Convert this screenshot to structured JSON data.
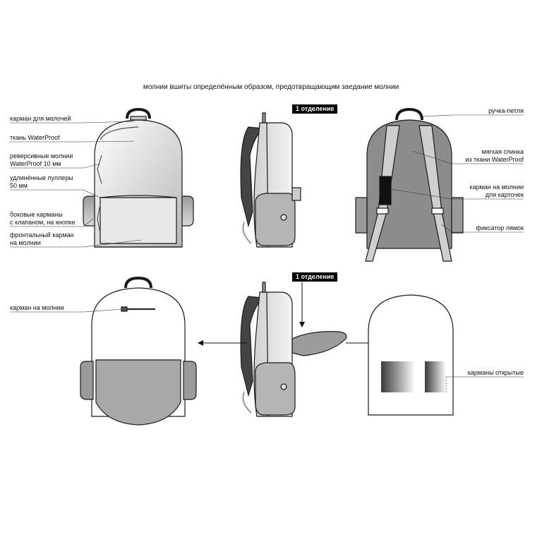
{
  "caption": "молнии вшиты определённым образом, предотвращающим заедание молнии",
  "badges": {
    "top": "1 отделение",
    "bottom": "1 отделение"
  },
  "labels_front_top": [
    "карман для мелочей",
    "ткань WaterProof",
    "реверсивные молнии",
    "WaterProof 10 мм",
    "удлинённые пуллеры",
    "50 мм",
    "боковые карманы",
    "с клапаном, на кнопке",
    "фронтальный карман",
    "на молнии"
  ],
  "labels_back_top": [
    "ручка-петля",
    "мягкая спинка",
    "из ткани WaterProof",
    "карман на молнии",
    "для карточек",
    "фиксатор лямок"
  ],
  "labels_bottom": {
    "zip_pocket": "карман на молнии",
    "open_pockets": "карманы открытые"
  },
  "colors": {
    "outline": "#1a1a1a",
    "body_light": "#e6e6e6",
    "body_mid": "#bdbdbd",
    "body_dark": "#7a7a7a",
    "back_panel": "#8c8c8c",
    "strap": "#cfcfcf",
    "badge_bg": "#000000"
  }
}
